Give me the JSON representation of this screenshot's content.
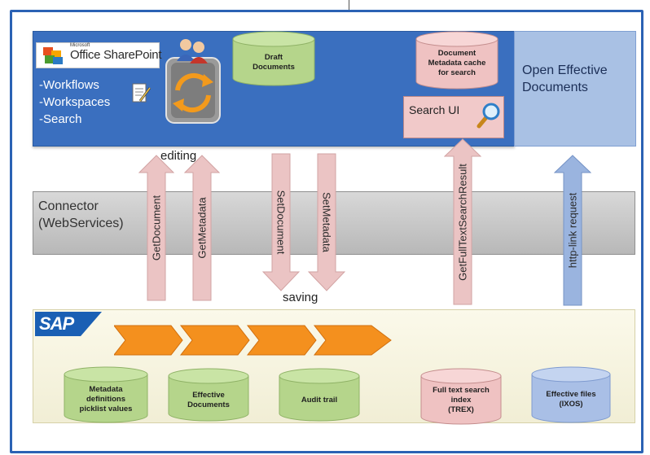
{
  "sharepoint": {
    "logo_small": "Microsoft",
    "logo_text": "Office SharePoint",
    "features": [
      "-Workflows",
      "-Workspaces",
      "-Search"
    ],
    "open_effective": "Open Effective Documents",
    "search_ui": "Search UI"
  },
  "storages_top": {
    "draft": [
      "Draft",
      "Documents"
    ],
    "metadata_cache": [
      "Document",
      "Metadata cache",
      "for search"
    ]
  },
  "connector": {
    "label": [
      "Connector",
      "(WebServices)"
    ]
  },
  "labels": {
    "editing": "editing",
    "saving": "saving"
  },
  "arrows": {
    "get_document": "GetDocument",
    "get_metadata": "GetMetadata",
    "set_document": "SetDocument",
    "set_metadata": "SetMetadata",
    "get_fulltext": "GetFullTextSearchResult",
    "http_link": "http-link request"
  },
  "sap": {
    "logo": "SAP",
    "storages": [
      [
        "Metadata",
        "definitions",
        "picklist values"
      ],
      [
        "Effective",
        "Documents"
      ],
      [
        "Audit trail"
      ],
      [
        "Full text search",
        "index",
        "(TREX)"
      ],
      [
        "Effective files",
        "(IXOS)"
      ]
    ]
  },
  "colors": {
    "sharepoint_band": "#3a6fbf",
    "open_panel": "#a9c1e4",
    "pink_arrow": "#ebc4c4",
    "blue_arrow": "#9ab4df",
    "green_storage": "#b5d58b",
    "pink_storage": "#efc2c2",
    "blue_storage": "#a9bfe6",
    "process_chevron": "#f4901e",
    "sap_band": "#fbf9ea"
  }
}
